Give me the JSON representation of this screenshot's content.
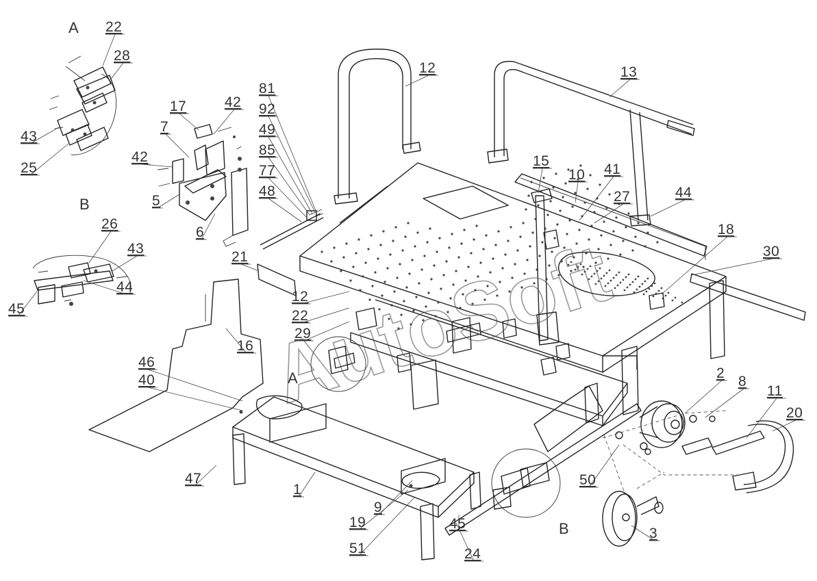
{
  "watermark": "AutoSoft",
  "detail_labels": {
    "a_inset": "A",
    "b_inset": "B",
    "a_marker": "A",
    "b_marker": "B"
  },
  "callouts": [
    {
      "id": "c22a",
      "text": "22"
    },
    {
      "id": "c28",
      "text": "28"
    },
    {
      "id": "c43a",
      "text": "43"
    },
    {
      "id": "c25",
      "text": "25"
    },
    {
      "id": "c17",
      "text": "17"
    },
    {
      "id": "c42a",
      "text": "42"
    },
    {
      "id": "c7",
      "text": "7"
    },
    {
      "id": "c42b",
      "text": "42"
    },
    {
      "id": "c5",
      "text": "5"
    },
    {
      "id": "c6",
      "text": "6"
    },
    {
      "id": "c81",
      "text": "81"
    },
    {
      "id": "c92",
      "text": "92"
    },
    {
      "id": "c49",
      "text": "49"
    },
    {
      "id": "c85",
      "text": "85"
    },
    {
      "id": "c77",
      "text": "77"
    },
    {
      "id": "c48",
      "text": "48"
    },
    {
      "id": "c12a",
      "text": "12"
    },
    {
      "id": "c13",
      "text": "13"
    },
    {
      "id": "c15",
      "text": "15"
    },
    {
      "id": "c10",
      "text": "10"
    },
    {
      "id": "c41",
      "text": "41"
    },
    {
      "id": "c27",
      "text": "27"
    },
    {
      "id": "c44a",
      "text": "44"
    },
    {
      "id": "c18",
      "text": "18"
    },
    {
      "id": "c30",
      "text": "30"
    },
    {
      "id": "c26",
      "text": "26"
    },
    {
      "id": "c43b",
      "text": "43"
    },
    {
      "id": "c45a",
      "text": "45"
    },
    {
      "id": "c44b",
      "text": "44"
    },
    {
      "id": "c21",
      "text": "21"
    },
    {
      "id": "c12b",
      "text": "12"
    },
    {
      "id": "c22b",
      "text": "22"
    },
    {
      "id": "c29",
      "text": "29"
    },
    {
      "id": "c16",
      "text": "16"
    },
    {
      "id": "c46",
      "text": "46"
    },
    {
      "id": "c40",
      "text": "40"
    },
    {
      "id": "c2",
      "text": "2"
    },
    {
      "id": "c8",
      "text": "8"
    },
    {
      "id": "c11",
      "text": "11"
    },
    {
      "id": "c20",
      "text": "20"
    },
    {
      "id": "c50",
      "text": "50"
    },
    {
      "id": "c47",
      "text": "47"
    },
    {
      "id": "c1",
      "text": "1"
    },
    {
      "id": "c9",
      "text": "9"
    },
    {
      "id": "c19",
      "text": "19"
    },
    {
      "id": "c51",
      "text": "51"
    },
    {
      "id": "c45b",
      "text": "45"
    },
    {
      "id": "c24",
      "text": "24"
    },
    {
      "id": "c3",
      "text": "3"
    }
  ]
}
